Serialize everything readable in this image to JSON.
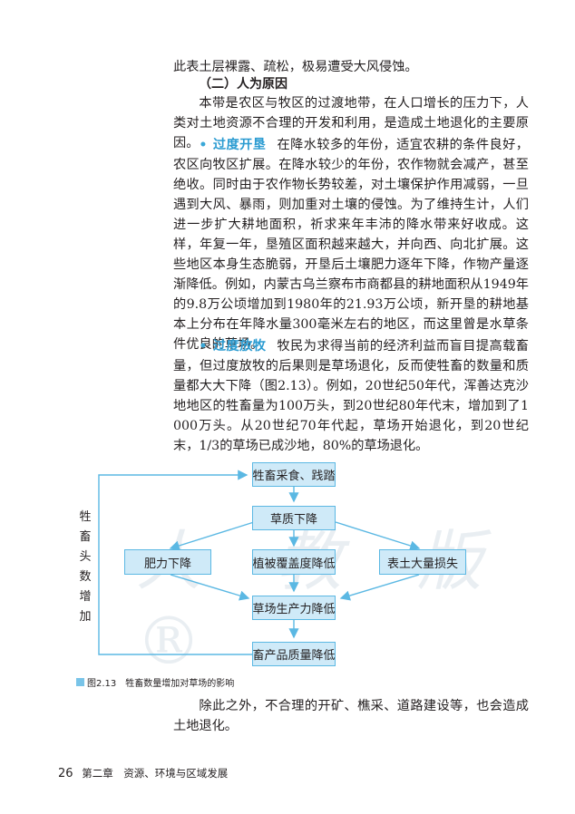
{
  "body": {
    "line_top": "此表土层裸露、疏松，极易遭受大风侵蚀。",
    "section_heading": "（二）人为原因",
    "intro_paragraph": "本带是农区与牧区的过渡地带，在人口增长的压力下，人类对土地资源不合理的开发和利用，是造成土地退化的主要原因。",
    "bullet1": {
      "term": "过度开垦",
      "text": "在降水较多的年份，适宜农耕的条件良好，农区向牧区扩展。在降水较少的年份，农作物就会减产，甚至绝收。同时由于农作物长势较差，对土壤保护作用减弱，一旦遇到大风、暴雨，则加重对土壤的侵蚀。为了维持生计，人们进一步扩大耕地面积，祈求来年丰沛的降水带来好收成。这样，年复一年，垦殖区面积越来越大，并向西、向北扩展。这些地区本身生态脆弱，开垦后土壤肥力逐年下降，作物产量逐渐降低。例如，内蒙古乌兰察布市商都县的耕地面积从1949年的9.8万公顷增加到1980年的21.93万公顷，新开垦的耕地基本上分布在年降水量300毫米左右的地区，而这里曾是水草条件优良的草场。"
    },
    "bullet2": {
      "term": "过度放牧",
      "text": "牧民为求得当前的经济利益而盲目提高载畜量，但过度放牧的后果则是草场退化，反而使牲畜的数量和质量都大大下降（图2.13）。例如，20世纪50年代，浑善达克沙地地区的牲畜量为100万头，到20世纪80年代末，增加到了1 000万头。从20世纪70年代起，草场开始退化，到20世纪末，1/3的草场已成沙地，80%的草场退化。"
    },
    "closing_paragraph": "除此之外，不合理的开矿、樵采、道路建设等，也会造成土地退化。"
  },
  "diagram": {
    "boxes": {
      "graze": "牲畜采食、践踏",
      "grass_quality": "草质下降",
      "fertility": "肥力下降",
      "vegetation": "植被覆盖度降低",
      "topsoil": "表土大量损失",
      "productivity": "草场生产力降低",
      "livestock_quality": "畜产品质量降低"
    },
    "side_label": [
      "牲",
      "畜",
      "头",
      "数",
      "增",
      "加"
    ],
    "watermark": "人 教 版®",
    "accent_color": "#5bb8e3",
    "box_fill": "#cfeaf8"
  },
  "caption": {
    "number": "图2.13",
    "text": "牲畜数量增加对草场的影响"
  },
  "footer": {
    "page_number": "26",
    "chapter": "第二章　资源、环境与区域发展"
  }
}
